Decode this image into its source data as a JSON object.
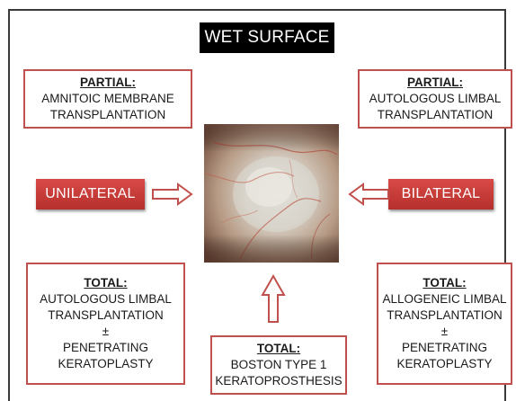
{
  "title": "WET SURFACE",
  "left_label": "UNILATERAL",
  "right_label": "BILATERAL",
  "top_left": {
    "heading": "PARTIAL:",
    "lines": [
      "AMNITOIC MEMBRANE",
      "TRANSPLANTATION"
    ]
  },
  "top_right": {
    "heading": "PARTIAL:",
    "lines": [
      "AUTOLOGOUS  LIMBAL",
      "TRANSPLANTATION"
    ]
  },
  "bottom_left": {
    "heading": "TOTAL:",
    "lines": [
      "AUTOLOGOUS LIMBAL",
      "TRANSPLANTATION",
      "±",
      "PENETRATING",
      "KERATOPLASTY"
    ]
  },
  "bottom_center": {
    "heading": "TOTAL:",
    "lines": [
      "BOSTON TYPE 1",
      "KERATOPROSTHESIS"
    ]
  },
  "bottom_right": {
    "heading": "TOTAL:",
    "lines": [
      "ALLOGENEIC LIMBAL",
      "TRANSPLANTATION",
      "±",
      "PENETRATING",
      "KERATOPLASTY"
    ]
  },
  "colors": {
    "accent": "#c0504d",
    "title_bg": "#000000"
  },
  "icons": {
    "center_image": "ocular-surface-photo",
    "arrows": "outlined-arrow-icon"
  }
}
